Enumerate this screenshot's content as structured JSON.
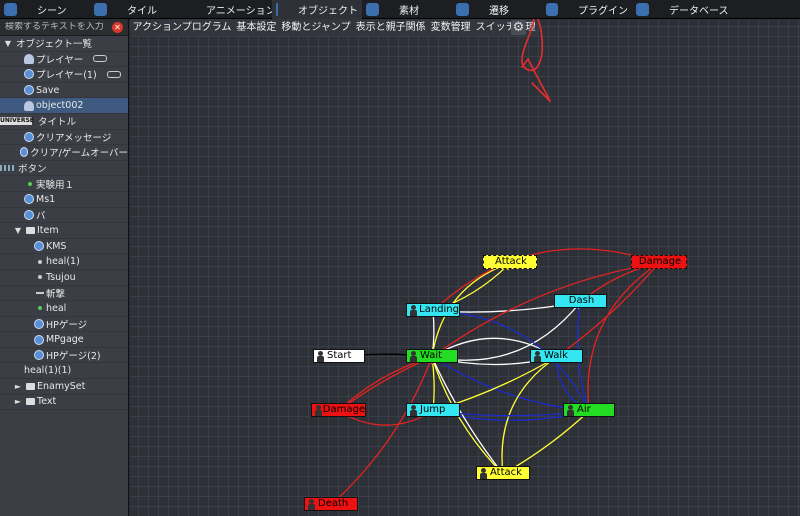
{
  "top_tabs": [
    {
      "label": "シーン",
      "icon": "scene-icon",
      "active": false
    },
    {
      "label": "タイル",
      "icon": "tile-icon",
      "active": false
    },
    {
      "label": "アニメーション",
      "icon": "animation-icon",
      "active": false
    },
    {
      "label": "オブジェクト",
      "icon": "object-icon",
      "active": true
    },
    {
      "label": "素材",
      "icon": "asset-icon",
      "active": false
    },
    {
      "label": "遷移",
      "icon": "transition-icon",
      "active": false
    },
    {
      "label": "プラグイン",
      "icon": "plugin-icon",
      "active": false
    },
    {
      "label": "データベース",
      "icon": "database-icon",
      "active": false
    }
  ],
  "search": {
    "placeholder": "検索するテキストを入力"
  },
  "tree": [
    {
      "label": "オブジェクト一覧",
      "depth": 0,
      "toggle": "▼",
      "icon": "",
      "selected": false
    },
    {
      "label": "プレイヤー",
      "depth": 2,
      "toggle": "",
      "icon": "person",
      "ctrl": true,
      "selected": false
    },
    {
      "label": "プレイヤー(1)",
      "depth": 2,
      "toggle": "",
      "icon": "circle",
      "ctrl": true,
      "selected": false
    },
    {
      "label": "Save",
      "depth": 2,
      "toggle": "",
      "icon": "circle",
      "selected": false
    },
    {
      "label": "object002",
      "depth": 2,
      "toggle": "",
      "icon": "person",
      "selected": true
    },
    {
      "label": "タイトル",
      "depth": 0,
      "toggle": "",
      "icon": "uni",
      "uni_text": "UNIVERSE",
      "selected": false
    },
    {
      "label": "クリアメッセージ",
      "depth": 2,
      "toggle": "",
      "icon": "circle",
      "selected": false
    },
    {
      "label": "クリア/ゲームオーバー",
      "depth": 2,
      "toggle": "",
      "icon": "circle",
      "selected": false
    },
    {
      "label": "ボタン",
      "depth": 0,
      "toggle": "",
      "icon": "btn",
      "selected": false
    },
    {
      "label": "実験用１",
      "depth": 2,
      "toggle": "",
      "icon": "dotg",
      "selected": false
    },
    {
      "label": "Ms1",
      "depth": 2,
      "toggle": "",
      "icon": "circle",
      "selected": false
    },
    {
      "label": "バ",
      "depth": 2,
      "toggle": "",
      "icon": "circle",
      "selected": false
    },
    {
      "label": "Item",
      "depth": 1,
      "toggle": "▼",
      "icon": "folder",
      "selected": false
    },
    {
      "label": "KMS",
      "depth": 3,
      "toggle": "",
      "icon": "circle",
      "selected": false
    },
    {
      "label": "heal(1)",
      "depth": 3,
      "toggle": "",
      "icon": "dot",
      "selected": false
    },
    {
      "label": "Tsujou",
      "depth": 3,
      "toggle": "",
      "icon": "dot",
      "selected": false
    },
    {
      "label": "斬撃",
      "depth": 3,
      "toggle": "",
      "icon": "bar",
      "selected": false
    },
    {
      "label": "heal",
      "depth": 3,
      "toggle": "",
      "icon": "dotg",
      "selected": false
    },
    {
      "label": "HPゲージ",
      "depth": 3,
      "toggle": "",
      "icon": "circle",
      "selected": false
    },
    {
      "label": "MPgage",
      "depth": 3,
      "toggle": "",
      "icon": "circle",
      "selected": false
    },
    {
      "label": "HPゲージ(2)",
      "depth": 3,
      "toggle": "",
      "icon": "circle",
      "selected": false
    },
    {
      "label": "heal(1)(1)",
      "depth": 2,
      "toggle": "",
      "icon": "",
      "selected": false
    },
    {
      "label": "EnamySet",
      "depth": 1,
      "toggle": "►",
      "icon": "folder",
      "selected": false
    },
    {
      "label": "Text",
      "depth": 1,
      "toggle": "►",
      "icon": "folder",
      "selected": false
    }
  ],
  "sub_tabs": [
    "アクションプログラム",
    "基本設定",
    "移動とジャンプ",
    "表示と親子関係",
    "変数管理",
    "スイッチ管理"
  ],
  "gear": {
    "icon": "gear-icon",
    "glyph": "⚙"
  },
  "nodes": [
    {
      "id": "start",
      "label": "Start",
      "color": "#ffffff"
    },
    {
      "id": "wait",
      "label": "Wait",
      "color": "#22dd22"
    },
    {
      "id": "landing",
      "label": "Landing",
      "color": "#33e6f2"
    },
    {
      "id": "attack_top",
      "label": "Attack",
      "color": "#ffff33"
    },
    {
      "id": "damage_top",
      "label": "Damage",
      "color": "#ee1111"
    },
    {
      "id": "dash",
      "label": "Dash",
      "color": "#33e6f2"
    },
    {
      "id": "walk",
      "label": "Walk",
      "color": "#33e6f2"
    },
    {
      "id": "damage_left",
      "label": "Damage",
      "color": "#ee1111"
    },
    {
      "id": "jump",
      "label": "Jump",
      "color": "#33e6f2"
    },
    {
      "id": "air",
      "label": "Air",
      "color": "#22dd22"
    },
    {
      "id": "attack_bottom",
      "label": "Attack",
      "color": "#ffff33"
    },
    {
      "id": "death",
      "label": "Death",
      "color": "#ee1111"
    }
  ],
  "links": [
    {
      "from": "start",
      "to": "wait",
      "color": "#000000"
    },
    {
      "from": "wait",
      "to": "walk",
      "color": "#ffffff"
    },
    {
      "from": "walk",
      "to": "wait",
      "color": "#ffffff"
    },
    {
      "from": "wait",
      "to": "jump",
      "color": "#ffff33"
    },
    {
      "from": "wait",
      "to": "air",
      "color": "#1a2ccc"
    },
    {
      "from": "wait",
      "to": "dash",
      "color": "#ffffff"
    },
    {
      "from": "landing",
      "to": "wait",
      "color": "#ffffff"
    },
    {
      "from": "landing",
      "to": "attack_top",
      "color": "#ffff33"
    },
    {
      "from": "attack_top",
      "to": "wait",
      "color": "#ffff33"
    },
    {
      "from": "dash",
      "to": "landing",
      "color": "#ffffff"
    },
    {
      "from": "dash",
      "to": "air",
      "color": "#1a2ccc"
    },
    {
      "from": "walk",
      "to": "air",
      "color": "#1a2ccc"
    },
    {
      "from": "walk",
      "to": "jump",
      "color": "#ffff33"
    },
    {
      "from": "jump",
      "to": "air",
      "color": "#1a2ccc"
    },
    {
      "from": "air",
      "to": "landing",
      "color": "#1a2ccc"
    },
    {
      "from": "air",
      "to": "attack_bottom",
      "color": "#ffff33"
    },
    {
      "from": "wait",
      "to": "attack_bottom",
      "color": "#ffff33"
    },
    {
      "from": "walk",
      "to": "attack_bottom",
      "color": "#ffff33"
    },
    {
      "from": "attack_bottom",
      "to": "wait",
      "color": "#ffffff"
    },
    {
      "from": "damage_top",
      "to": "wait",
      "color": "#e62222"
    },
    {
      "from": "damage_top",
      "to": "landing",
      "color": "#e62222"
    },
    {
      "from": "damage_top",
      "to": "walk",
      "color": "#e62222"
    },
    {
      "from": "damage_top",
      "to": "dash",
      "color": "#e62222"
    },
    {
      "from": "damage_top",
      "to": "air",
      "color": "#e62222"
    },
    {
      "from": "damage_left",
      "to": "wait",
      "color": "#e62222"
    },
    {
      "from": "wait",
      "to": "damage_left",
      "color": "#e62222"
    },
    {
      "from": "damage_left",
      "to": "jump",
      "color": "#e62222"
    },
    {
      "from": "air",
      "to": "jump",
      "color": "#1a2ccc"
    },
    {
      "from": "death",
      "to": "wait",
      "color": "#e62222"
    }
  ],
  "colors": {
    "annotation": "#e62e2e",
    "accent": "#3e5a80"
  }
}
